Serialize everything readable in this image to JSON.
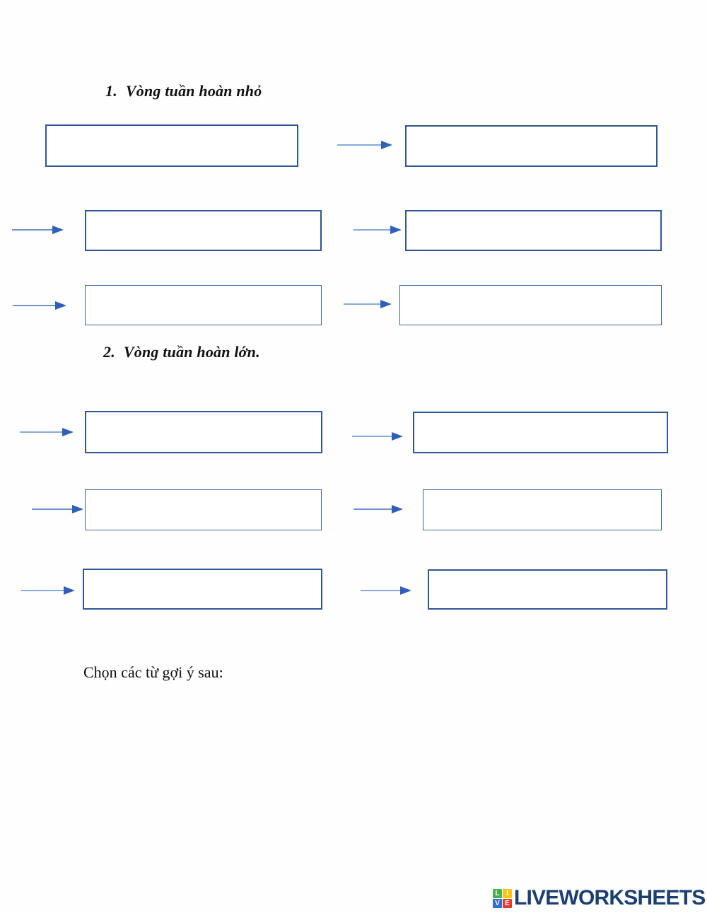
{
  "document": {
    "background_color": "#fefefe",
    "box_border_color": "#2f5597",
    "arrow_color": "#4472c4"
  },
  "sections": [
    {
      "number": "1.",
      "title": "Vòng tuần hoàn nhỏ"
    },
    {
      "number": "2.",
      "title": "Vòng tuần hoàn lớn."
    }
  ],
  "instruction": "Chọn các từ gợi ý sau:",
  "answer_boxes": [
    {
      "id": "s1-r1-left",
      "value": ""
    },
    {
      "id": "s1-r1-right",
      "value": ""
    },
    {
      "id": "s1-r2-left",
      "value": ""
    },
    {
      "id": "s1-r2-right",
      "value": ""
    },
    {
      "id": "s1-r3-left",
      "value": ""
    },
    {
      "id": "s1-r3-right",
      "value": ""
    },
    {
      "id": "s2-r1-left",
      "value": ""
    },
    {
      "id": "s2-r1-right",
      "value": ""
    },
    {
      "id": "s2-r2-left",
      "value": ""
    },
    {
      "id": "s2-r2-right",
      "value": ""
    },
    {
      "id": "s2-r3-left",
      "value": ""
    },
    {
      "id": "s2-r3-right",
      "value": ""
    }
  ],
  "arrows": [
    {
      "id": "s1-r1-mid",
      "direction": "right"
    },
    {
      "id": "s1-r2-lead",
      "direction": "right"
    },
    {
      "id": "s1-r2-mid",
      "direction": "right"
    },
    {
      "id": "s1-r3-lead",
      "direction": "right"
    },
    {
      "id": "s1-r3-mid",
      "direction": "right"
    },
    {
      "id": "s2-r1-lead",
      "direction": "right"
    },
    {
      "id": "s2-r1-mid",
      "direction": "right"
    },
    {
      "id": "s2-r2-lead",
      "direction": "right"
    },
    {
      "id": "s2-r2-mid",
      "direction": "right"
    },
    {
      "id": "s2-r3-lead",
      "direction": "right"
    },
    {
      "id": "s2-r3-mid",
      "direction": "right"
    }
  ],
  "logo": {
    "word": "LIVEWORKSHEETS",
    "tiles": [
      {
        "letter": "L",
        "color": "#4caf50"
      },
      {
        "letter": "I",
        "color": "#f5c518"
      },
      {
        "letter": "V",
        "color": "#2f6fd0"
      },
      {
        "letter": "E",
        "color": "#e23b2e"
      }
    ],
    "word_color": "#1b3f73"
  }
}
